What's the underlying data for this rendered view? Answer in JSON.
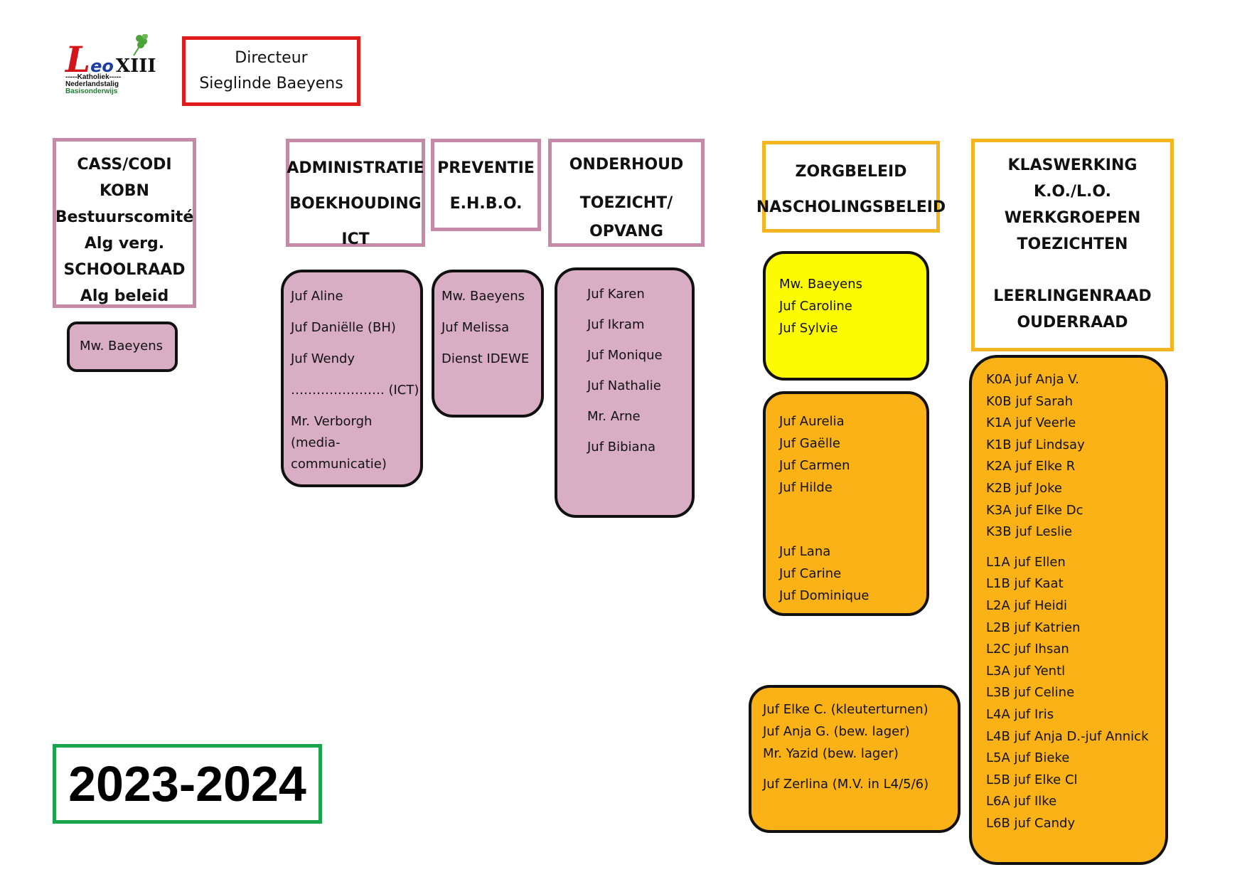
{
  "logo": {
    "brand_lead": "L",
    "brand_mid": "eo",
    "brand_num": "XIII",
    "line1": "-----Katholiek-----",
    "line2": "Nederlandstalig",
    "line3": "Basisonderwijs"
  },
  "director": {
    "line1": "Directeur",
    "line2": "Sieglinde Baeyens"
  },
  "year": "2023-2024",
  "headers": {
    "cass": [
      "CASS/CODI",
      "KOBN",
      "Bestuurscomité",
      "Alg verg.",
      "SCHOOLRAAD",
      "Alg beleid"
    ],
    "admin": [
      "ADMINISTRATIE",
      "BOEKHOUDING",
      "ICT"
    ],
    "preventie": [
      "PREVENTIE",
      "E.H.B.O."
    ],
    "onderhoud": [
      "ONDERHOUD",
      "TOEZICHT/",
      "OPVANG"
    ],
    "zorg": [
      "ZORGBELEID",
      "NASCHOLINGSBELEID"
    ],
    "klas": [
      "KLASWERKING K.O./L.O.",
      "WERKGROEPEN",
      "TOEZICHTEN",
      "LEERLINGENRAAD",
      "OUDERRAAD"
    ]
  },
  "staff": {
    "cass": [
      "Mw. Baeyens"
    ],
    "admin": [
      "Juf Aline",
      "Juf Daniëlle (BH)",
      "Juf Wendy",
      "…………………. (ICT)",
      "Mr. Verborgh",
      "(media-",
      "communicatie)"
    ],
    "preventie": [
      "Mw. Baeyens",
      "Juf Melissa",
      "Dienst IDEWE"
    ],
    "onderhoud": [
      "Juf Karen",
      "Juf Ikram",
      "Juf Monique",
      "Juf Nathalie",
      "Mr. Arne",
      "Juf Bibiana"
    ],
    "zorg_yellow": [
      "Mw. Baeyens",
      "Juf Caroline",
      "Juf Sylvie"
    ],
    "zorg_orange_a": [
      "Juf Aurelia",
      "Juf Gaëlle",
      "Juf Carmen",
      "Juf Hilde"
    ],
    "zorg_orange_b": [
      "Juf Lana",
      "Juf Carine",
      "Juf Dominique"
    ],
    "extra_a": [
      "Juf Elke C. (kleuterturnen)",
      "Juf Anja G. (bew. lager)",
      "Mr. Yazid (bew. lager)"
    ],
    "extra_b": [
      "Juf Zerlina (M.V. in L4/5/6)"
    ],
    "kleuter": [
      "K0A juf Anja V.",
      "K0B juf Sarah",
      "K1A juf Veerle",
      "K1B juf Lindsay",
      "K2A juf Elke R",
      "K2B juf Joke",
      "K3A juf Elke Dc",
      "K3B juf Leslie"
    ],
    "lager": [
      "L1A juf Ellen",
      "L1B juf Kaat",
      "L2A juf Heidi",
      "L2B juf Katrien",
      "L2C juf Ihsan",
      "L3A juf Yentl",
      "L3B juf Celine",
      "L4A juf Iris",
      "L4B juf Anja D.-juf Annick",
      "L5A juf Bieke",
      "L5B juf Elke Cl",
      "L6A juf Ilke",
      "L6B juf Candy"
    ]
  },
  "colors": {
    "pink_fill": "#d9aec4",
    "pink_border": "#c48aa8",
    "yellow_fill": "#fdfb00",
    "orange_fill": "#fbb216",
    "orange_border": "#f5b520",
    "director_border": "#e01b1b",
    "year_border": "#1aa44c"
  }
}
